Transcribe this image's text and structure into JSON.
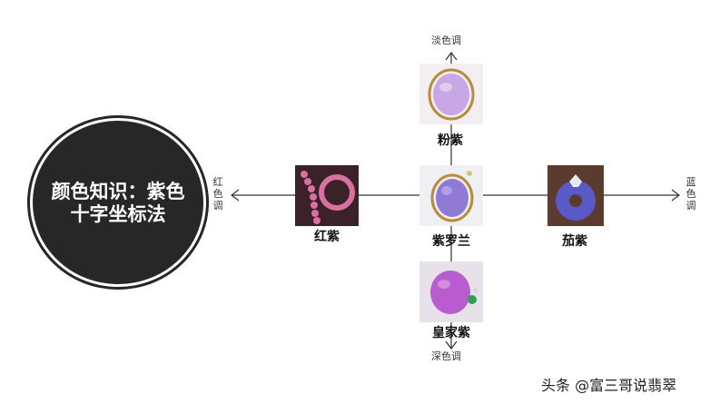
{
  "center_title": "颜色知识：紫色十字坐标法",
  "axis_labels": {
    "left": "红色调",
    "right": "蓝色调",
    "top": "淡色调",
    "bottom": "深色调"
  },
  "gems": {
    "center": {
      "name": "紫罗兰",
      "color": "#8f7ad6"
    },
    "top": {
      "name": "粉紫",
      "color": "#c9a6e6"
    },
    "left": {
      "name": "红紫",
      "color": "#d9709f"
    },
    "right": {
      "name": "茄紫",
      "color": "#5a59c8"
    },
    "bottom": {
      "name": "皇家紫",
      "color": "#b95ccf"
    }
  },
  "watermark": "头条 @富三哥说翡翠",
  "colors": {
    "circle_bg": "#272727",
    "axis": "#333333"
  }
}
